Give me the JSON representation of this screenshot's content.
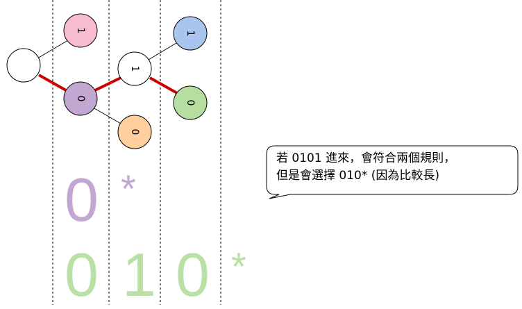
{
  "tree": {
    "nodes": [
      {
        "id": "root",
        "label": "",
        "fill": "#ffffff"
      },
      {
        "id": "n1",
        "label": "1",
        "fill": "#f8bcd0"
      },
      {
        "id": "n0",
        "label": "0",
        "fill": "#c3a7d3"
      },
      {
        "id": "n01",
        "label": "1",
        "fill": "#ffffff"
      },
      {
        "id": "n00",
        "label": "0",
        "fill": "#ffcf9e"
      },
      {
        "id": "n011",
        "label": "1",
        "fill": "#a9c5ef"
      },
      {
        "id": "n010",
        "label": "0",
        "fill": "#b5dea0"
      }
    ],
    "highlight_color": "#cc0000"
  },
  "patterns": {
    "rule_a": {
      "chars": [
        "0",
        "*"
      ],
      "color": "#c3a7d3"
    },
    "rule_b": {
      "chars": [
        "0",
        "1",
        "0",
        "*"
      ],
      "color": "#b9e0a5"
    }
  },
  "callout": {
    "line1": "若 0101 進來，會符合兩個規則，",
    "line2": "但是會選擇 010* (因為比較長)"
  }
}
